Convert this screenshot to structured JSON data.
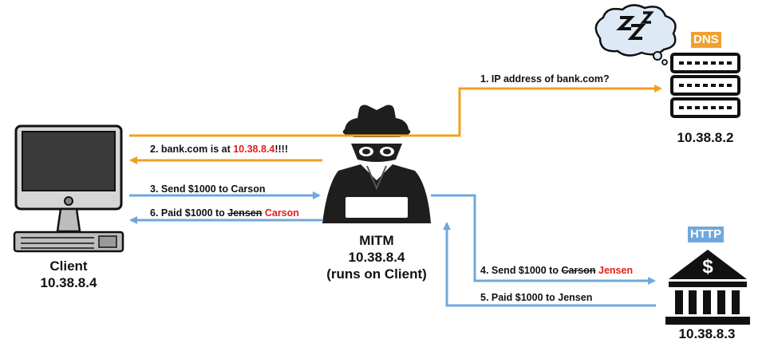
{
  "colors": {
    "orange": "#f0a020",
    "blue": "#6fa8dc",
    "red": "#e0201c",
    "dns_badge": "#f0a030",
    "http_badge": "#6fa8dc"
  },
  "nodes": {
    "client": {
      "name": "Client",
      "ip": "10.38.8.4",
      "icon": "computer-icon"
    },
    "mitm": {
      "name": "MITM",
      "ip": "10.38.8.4",
      "note": "(runs on Client)",
      "icon": "spy-icon"
    },
    "dns": {
      "badge": "DNS",
      "ip": "10.38.8.2",
      "icon": "server-icon",
      "sleep_icon": "zzz-thought-bubble-icon"
    },
    "http": {
      "badge": "HTTP",
      "ip": "10.38.8.3",
      "icon": "bank-icon"
    }
  },
  "messages": {
    "m1": {
      "text": "1. IP address of bank.com?"
    },
    "m2": {
      "text": "2. bank.com is at ",
      "highlight": "10.38.8.4",
      "suffix": "!!!!"
    },
    "m3": {
      "text": "3. Send $1000 to Carson"
    },
    "m4": {
      "text": "4. Send $1000 to ",
      "struck": "Carson",
      "replacement": "Jensen"
    },
    "m5": {
      "text": "5. Paid $1000 to Jensen"
    },
    "m6": {
      "text": "6. Paid $1000 to ",
      "struck": "Jensen",
      "replacement": "Carson"
    }
  }
}
